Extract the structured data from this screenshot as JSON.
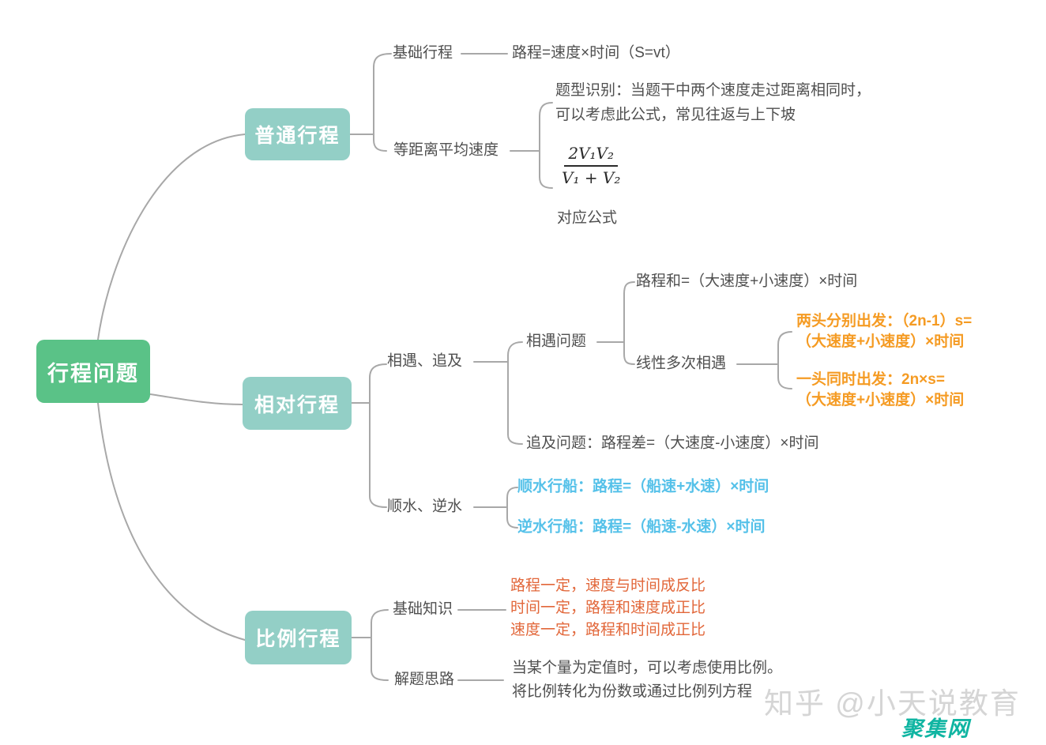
{
  "root": {
    "label": "行程问题"
  },
  "b1": {
    "box": "普通行程",
    "basic_label": "基础行程",
    "basic_formula": "路程=速度×时间（S=vt）",
    "eq_label": "等距离平均速度",
    "eq_note1": "题型识别：当题干中两个速度走过距离相同时，",
    "eq_note2": "可以考虑此公式，常见往返与上下坡",
    "formula_num": "2V₁V₂",
    "formula_den": "V₁ + V₂",
    "formula_caption": "对应公式"
  },
  "b2": {
    "box": "相对行程",
    "meet_chase": "相遇、追及",
    "meet": "相遇问题",
    "sum_formula": "路程和=（大速度+小速度）×时间",
    "linear": "线性多次相遇",
    "two_ends1": "两头分别出发：（2n-1）s=",
    "two_ends2": "（大速度+小速度）×时间",
    "one_end1": "一头同时出发：2n×s=",
    "one_end2": "（大速度+小速度）×时间",
    "chase_formula": "追及问题：路程差=（大速度-小速度）×时间",
    "water": "顺水、逆水",
    "downstream": "顺水行船：路程=（船速+水速）×时间",
    "upstream": "逆水行船：路程=（船速-水速）×时间"
  },
  "b3": {
    "box": "比例行程",
    "basics": "基础知识",
    "rule1": "路程一定，速度与时间成反比",
    "rule2": "时间一定，路程和速度成正比",
    "rule3": "速度一定，路程和时间成正比",
    "method": "解题思路",
    "note1": "当某个量为定值时，可以考虑使用比例。",
    "note2": "将比例转化为份数或通过比例列方程"
  },
  "watermark": {
    "zhihu": "知乎 @小天说教育",
    "site": "聚集网"
  },
  "colors": {
    "root_green": "#5ac287",
    "branch_teal": "#93cfc6",
    "orange": "#f59b23",
    "red_orange": "#e2673a",
    "blue": "#55c1e9",
    "site_teal": "#10b5a2",
    "connector_gray": "#a8a8a8",
    "text_gray": "#4f4f4f",
    "watermark_gray": "#d5d5d5"
  }
}
